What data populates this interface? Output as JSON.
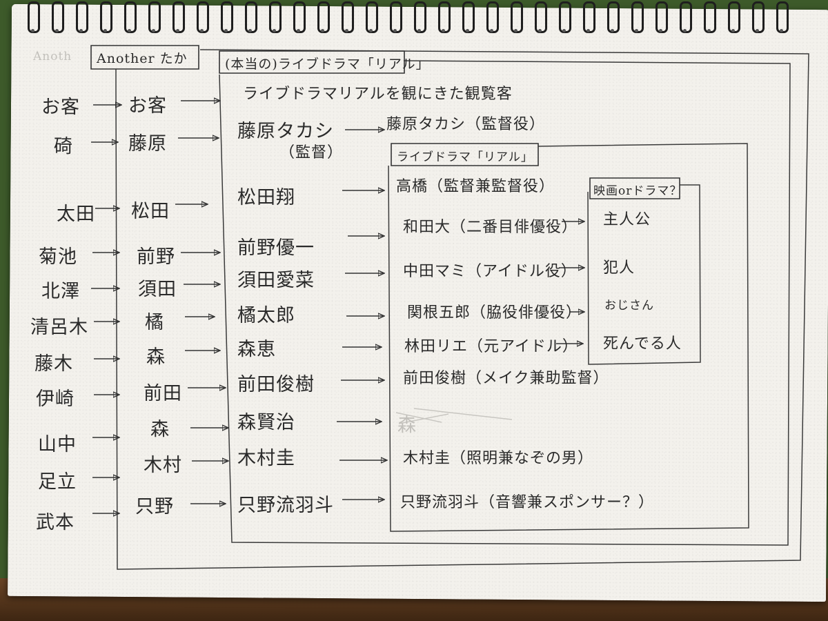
{
  "columns": {
    "col0": {
      "faint_header": "Anoth",
      "names": [
        "お客",
        "碕",
        "太田",
        "菊池",
        "北澤",
        "清呂木",
        "藤木",
        "伊崎",
        "山中",
        "足立",
        "武本"
      ]
    },
    "col1": {
      "header": "Another たか",
      "names": [
        "お客",
        "藤原",
        "松田",
        "前野",
        "須田",
        "橘",
        "森",
        "前田",
        "森",
        "木村",
        "只野"
      ]
    },
    "col2": {
      "header": "(本当の)ライブドラマ「リアル」",
      "subtitle": "ライブドラマリアルを観にきた観覧客",
      "names": [
        "藤原タカシ",
        "（監督）",
        "松田翔",
        "前野優一",
        "須田愛菜",
        "橘太郎",
        "森恵",
        "前田俊樹",
        "森賢治",
        "木村圭",
        "只野流羽斗"
      ]
    },
    "col3": {
      "header": "ライブドラマ「リアル」",
      "above_box": "藤原タカシ（監督役）",
      "names": [
        "高橋（監督兼監督役）",
        "和田大（二番目俳優役）",
        "中田マミ（アイドル役）",
        "関根五郎（脇役俳優役）",
        "林田リエ（元アイドル）",
        "前田俊樹（メイク兼助監督）",
        "木村圭（照明兼なぞの男）",
        "只野流羽斗（音響兼スポンサー？）"
      ],
      "crossed_out": "森"
    },
    "col4": {
      "header": "映画orドラマ？",
      "names": [
        "主人公",
        "犯人",
        "おじさん",
        "死んでる人"
      ]
    }
  }
}
